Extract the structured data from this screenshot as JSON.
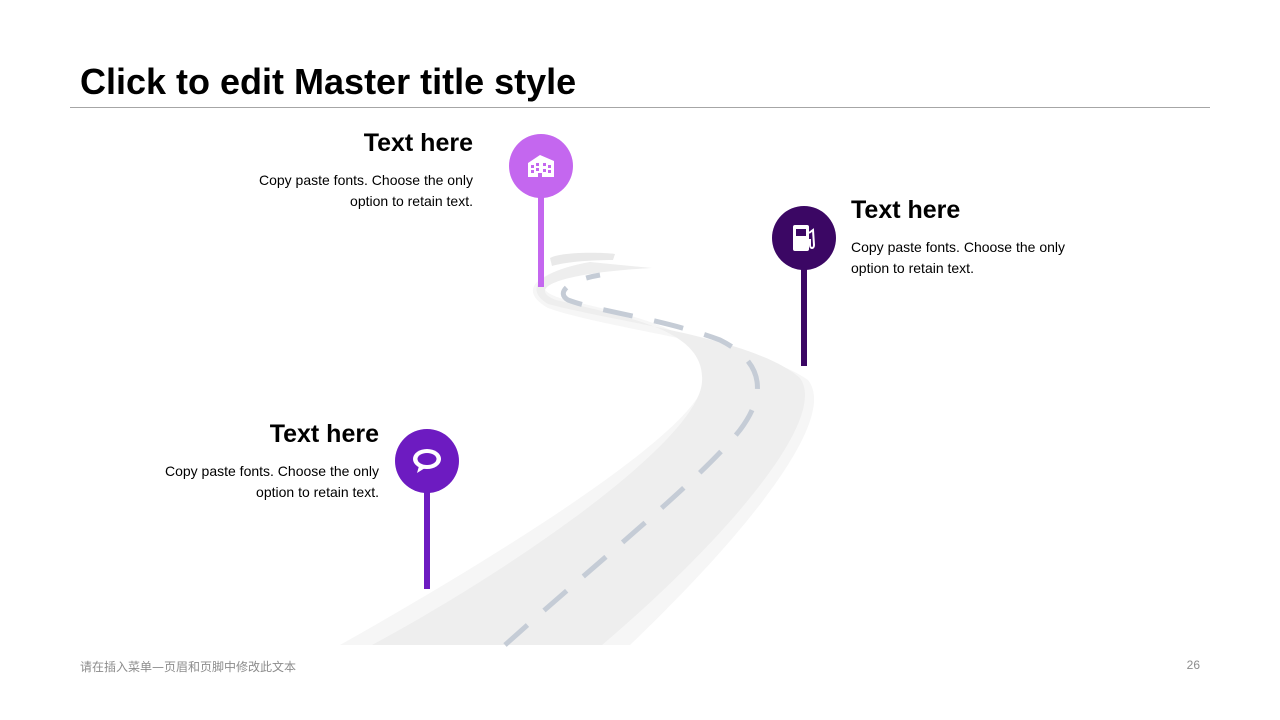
{
  "slide": {
    "title": "Click to edit Master title style",
    "footer": "请在插入菜单—页眉和页脚中修改此文本",
    "page_number": "26"
  },
  "callouts": [
    {
      "heading": "Text here",
      "body_line1": "Copy paste fonts. Choose the only",
      "body_line2": "option to retain text.",
      "icon": "building-icon",
      "color": "#c467ef"
    },
    {
      "heading": "Text here",
      "body_line1": "Copy paste fonts. Choose the only",
      "body_line2": "option to retain text.",
      "icon": "fuel-pump-icon",
      "color": "#3b0764"
    },
    {
      "heading": "Text here",
      "body_line1": "Copy paste fonts. Choose the only",
      "body_line2": "option to retain text.",
      "icon": "speech-bubble-icon",
      "color": "#6d1bc1"
    }
  ],
  "colors": {
    "road": "#efefef",
    "road_edge": "#f4f4f4",
    "lane_marking": "#c5ccd6",
    "rule": "#a6a6a6"
  }
}
